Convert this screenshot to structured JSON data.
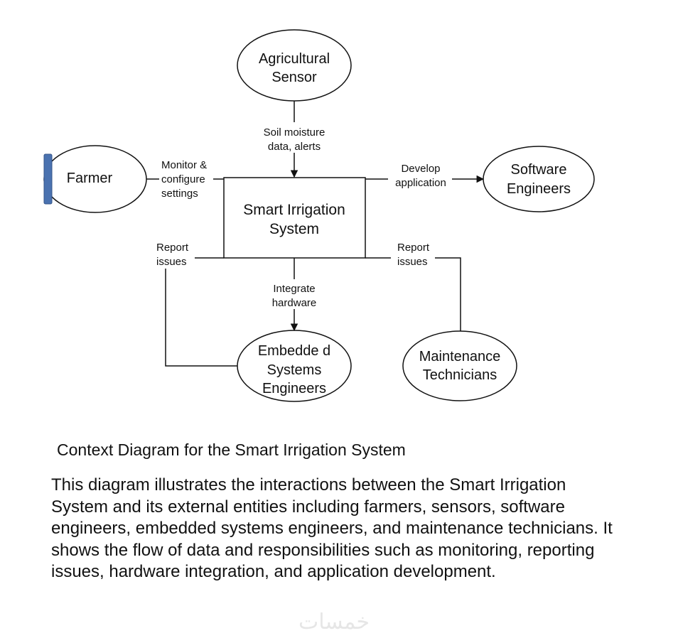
{
  "diagram": {
    "system": {
      "line1": "Smart Irrigation",
      "line2": "System"
    },
    "entities": {
      "farmer": {
        "label": "Farmer"
      },
      "sensor": {
        "line1": "Agricultural",
        "line2": "Sensor"
      },
      "software": {
        "line1": "Software",
        "line2": "Engineers"
      },
      "embedded": {
        "line1": "Embedde d",
        "line2": "Systems",
        "line3": "Engineers"
      },
      "maintenance": {
        "line1": "Maintenance",
        "line2": "Technicians"
      }
    },
    "flows": {
      "farmer": {
        "line1": "Monitor  &",
        "line2": "configure",
        "line3": "settings"
      },
      "sensor": {
        "line1": "Soil moisture",
        "line2": "data, alerts"
      },
      "software": {
        "line1": "Develop",
        "line2": "application"
      },
      "embedded_report": {
        "line1": "Report",
        "line2": "issues"
      },
      "hardware": {
        "line1": "Integrate",
        "line2": "hardware"
      },
      "maintenance_report": {
        "line1": "Report",
        "line2": "issues"
      }
    },
    "colors": {
      "farmer_bar": "#4a72b0",
      "line": "#111111"
    }
  },
  "caption": "Context Diagram for the Smart Irrigation System",
  "description": "This diagram illustrates the interactions between the Smart Irrigation System and its external entities including farmers, sensors, software engineers, embedded systems engineers, and maintenance technicians. It shows the flow of data and responsibilities such as monitoring, reporting issues, hardware integration, and application development.",
  "watermark": "خمسات"
}
